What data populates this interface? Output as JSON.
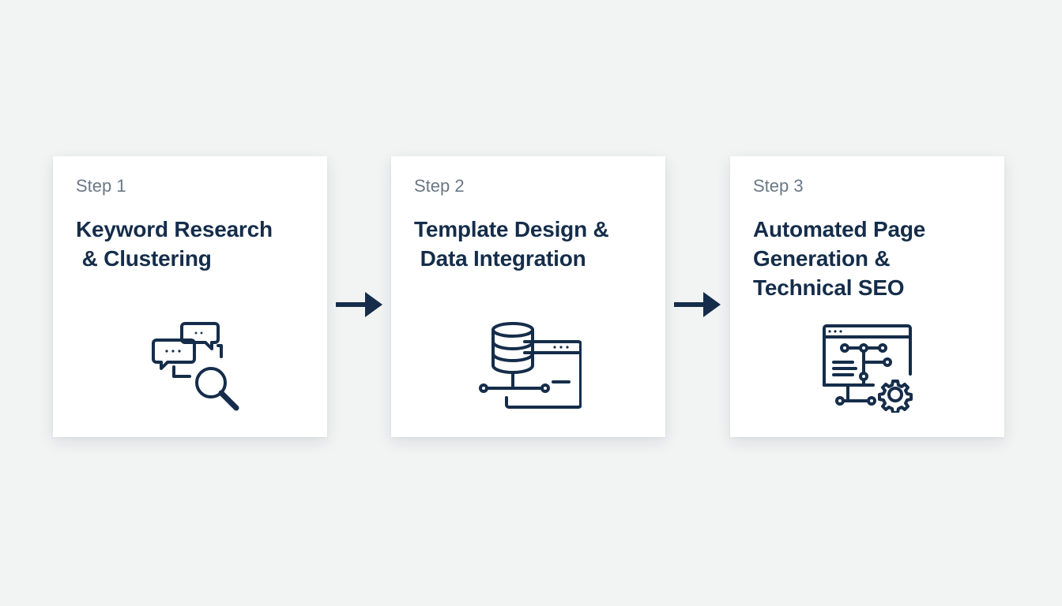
{
  "steps": [
    {
      "label": "Step 1",
      "title": "Keyword Research\n & Clustering",
      "icon": "chat-bubbles-search-icon"
    },
    {
      "label": "Step 2",
      "title": "Template Design &\n Data Integration",
      "icon": "database-window-icon"
    },
    {
      "label": "Step 3",
      "title": "Automated Page\nGeneration &\nTechnical SEO",
      "icon": "window-flow-gear-icon"
    }
  ],
  "connectors": [
    "right-arrow-icon",
    "right-arrow-icon"
  ],
  "colors": {
    "background": "#f2f3f3",
    "card": "#ffffff",
    "title": "#152d4a",
    "label": "#6b7885",
    "icon": "#152d4a"
  }
}
